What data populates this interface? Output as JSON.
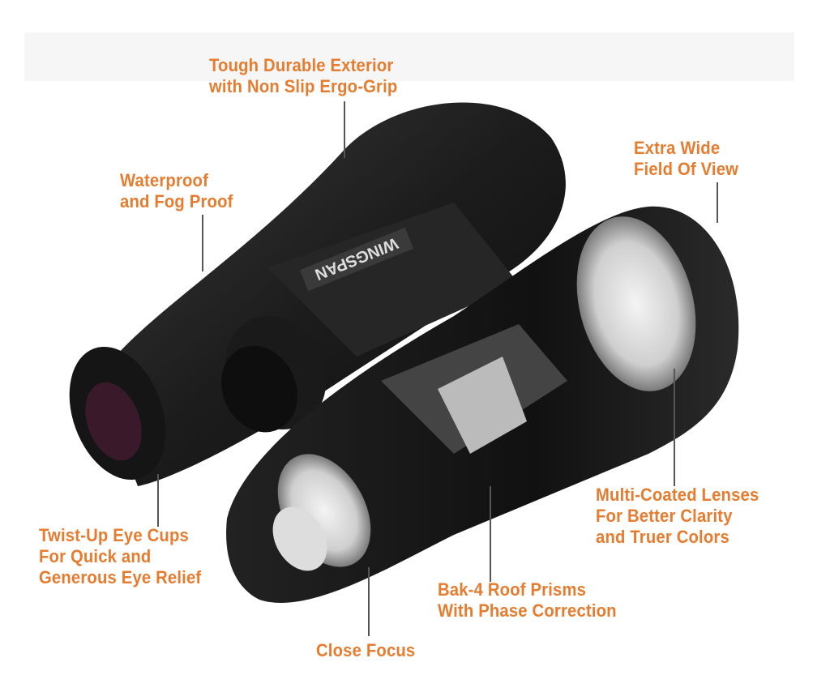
{
  "colors": {
    "label": "#e57c2f",
    "body": "#1e1e1e",
    "leader": "#555555"
  },
  "brand_logo": "WINGSPAN",
  "callouts": [
    {
      "id": "exterior",
      "lines": [
        "Tough Durable Exterior",
        "with Non Slip Ergo-Grip"
      ]
    },
    {
      "id": "waterproof",
      "lines": [
        "Waterproof",
        "and Fog Proof"
      ]
    },
    {
      "id": "field-of-view",
      "lines": [
        "Extra Wide",
        "Field Of View"
      ]
    },
    {
      "id": "lenses",
      "lines": [
        "Multi-Coated Lenses",
        "For Better Clarity",
        "and Truer Colors"
      ]
    },
    {
      "id": "eye-cups",
      "lines": [
        "Twist-Up Eye Cups",
        "For Quick and",
        "Generous Eye Relief"
      ]
    },
    {
      "id": "prisms",
      "lines": [
        "Bak-4 Roof Prisms",
        "With Phase Correction"
      ]
    },
    {
      "id": "close-focus",
      "lines": [
        "Close Focus"
      ]
    }
  ]
}
